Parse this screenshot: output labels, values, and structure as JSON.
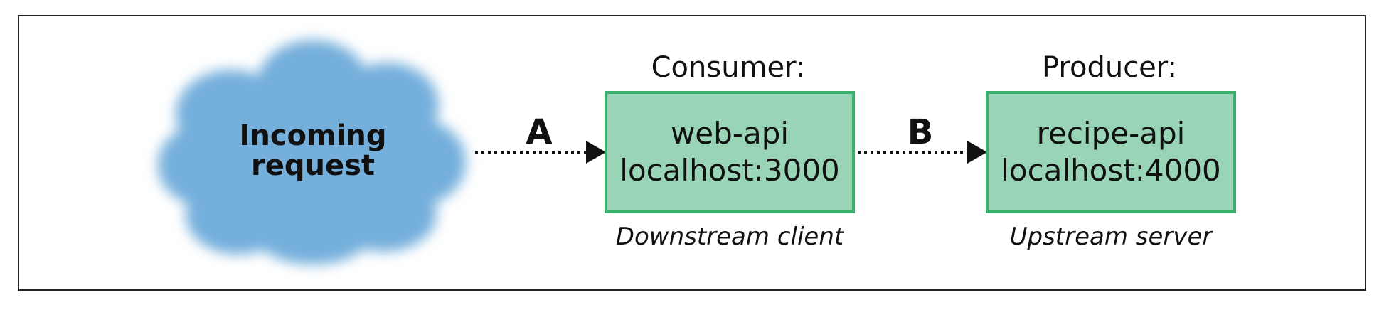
{
  "cloud": {
    "line1": "Incoming",
    "line2": "request"
  },
  "arrows": {
    "a_label": "A",
    "b_label": "B"
  },
  "consumer": {
    "heading": "Consumer:",
    "name": "web-api",
    "host": "localhost:3000",
    "role": "Downstream client"
  },
  "producer": {
    "heading": "Producer:",
    "name": "recipe-api",
    "host": "localhost:4000",
    "role": "Upstream server"
  },
  "colors": {
    "cloud_fill": "#74afdc",
    "box_fill": "#98d4b5",
    "box_border": "#3bb06c",
    "frame_border": "#222222"
  }
}
